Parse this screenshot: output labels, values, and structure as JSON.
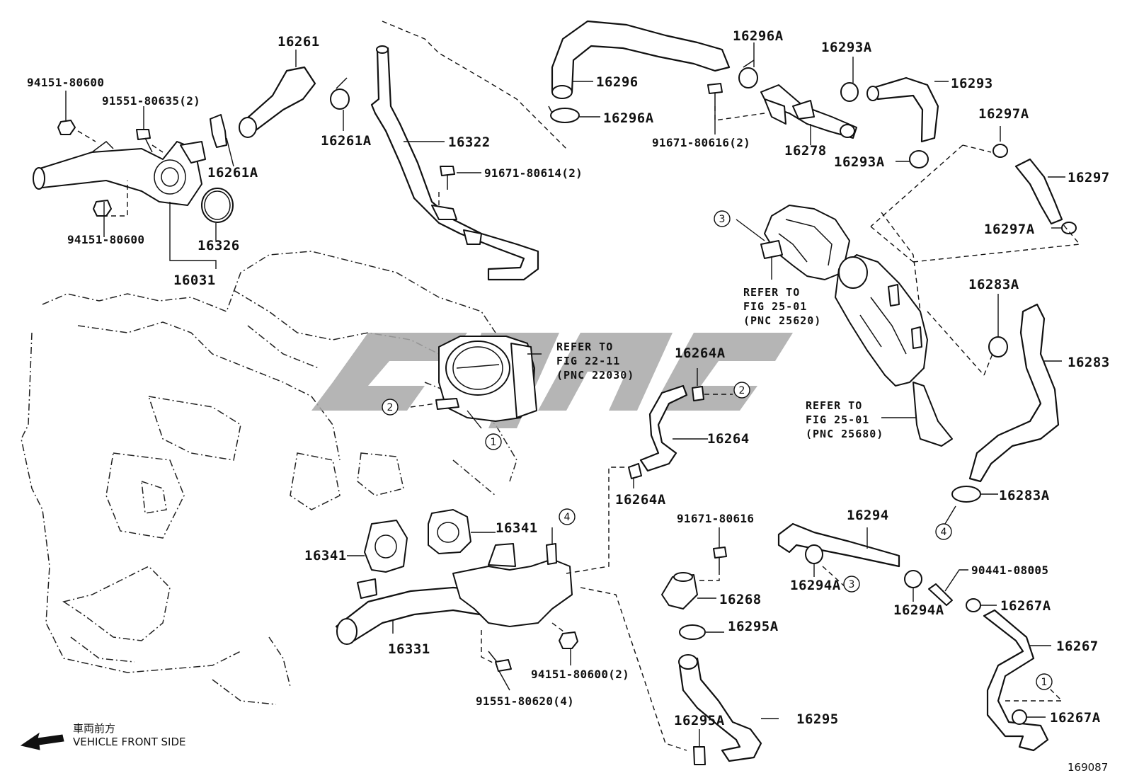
{
  "labels": {
    "p16261": "16261",
    "p94151_80600_top": "94151-80600",
    "p91551_80635": "91551-80635(2)",
    "p16261A_a": "16261A",
    "p16261A_b": "16261A",
    "p16322": "16322",
    "p91671_80614": "91671-80614(2)",
    "p94151_80600_mid": "94151-80600",
    "p16326": "16326",
    "p16031": "16031",
    "p16296": "16296",
    "p16296A_top": "16296A",
    "p16296A_mid": "16296A",
    "p16293A_top": "16293A",
    "p16293": "16293",
    "p91671_80616_2": "91671-80616(2)",
    "p16278": "16278",
    "p16293A_mid": "16293A",
    "p16297A_top": "16297A",
    "p16297": "16297",
    "p16297A_bot": "16297A",
    "p16283A_top": "16283A",
    "p16283": "16283",
    "p16283A_bot": "16283A",
    "p16264A_top": "16264A",
    "p16264": "16264",
    "p16264A_bot": "16264A",
    "p16341_right": "16341",
    "p16341_left": "16341",
    "p91671_80616": "91671-80616",
    "p16268": "16268",
    "p16295A_top": "16295A",
    "p16295": "16295",
    "p16295A_bot": "16295A",
    "p16294": "16294",
    "p16294A_left": "16294A",
    "p16294A_right": "16294A",
    "p90441_08005": "90441-08005",
    "p16267A_top": "16267A",
    "p16267": "16267",
    "p16267A_bot": "16267A",
    "p16331": "16331",
    "p94151_80600_2": "94151-80600(2)",
    "p91551_80620": "91551-80620(4)"
  },
  "refs": {
    "throttle": {
      "line1": "REFER TO",
      "line2": "FIG 22-11",
      "line3": "(PNC 22030)"
    },
    "egr_valve": {
      "line1": "REFER TO",
      "line2": "FIG 25-01",
      "line3": "(PNC 25620)"
    },
    "egr_cooler": {
      "line1": "REFER TO",
      "line2": "FIG 25-01",
      "line3": "(PNC 25680)"
    }
  },
  "connectors": {
    "c1_throttle": "1",
    "c1_hose": "1",
    "c2_throttle": "2",
    "c2_hose": "2",
    "c3_egr": "3",
    "c3_hose": "3",
    "c4_outlet": "4",
    "c4_clamp": "4"
  },
  "footer": {
    "front_jp": "車両前方",
    "front_en": "VEHICLE FRONT SIDE",
    "figure_number": "169087"
  },
  "icons": {
    "arrow": "front-arrow-icon",
    "watermark": "watermark-logo"
  }
}
